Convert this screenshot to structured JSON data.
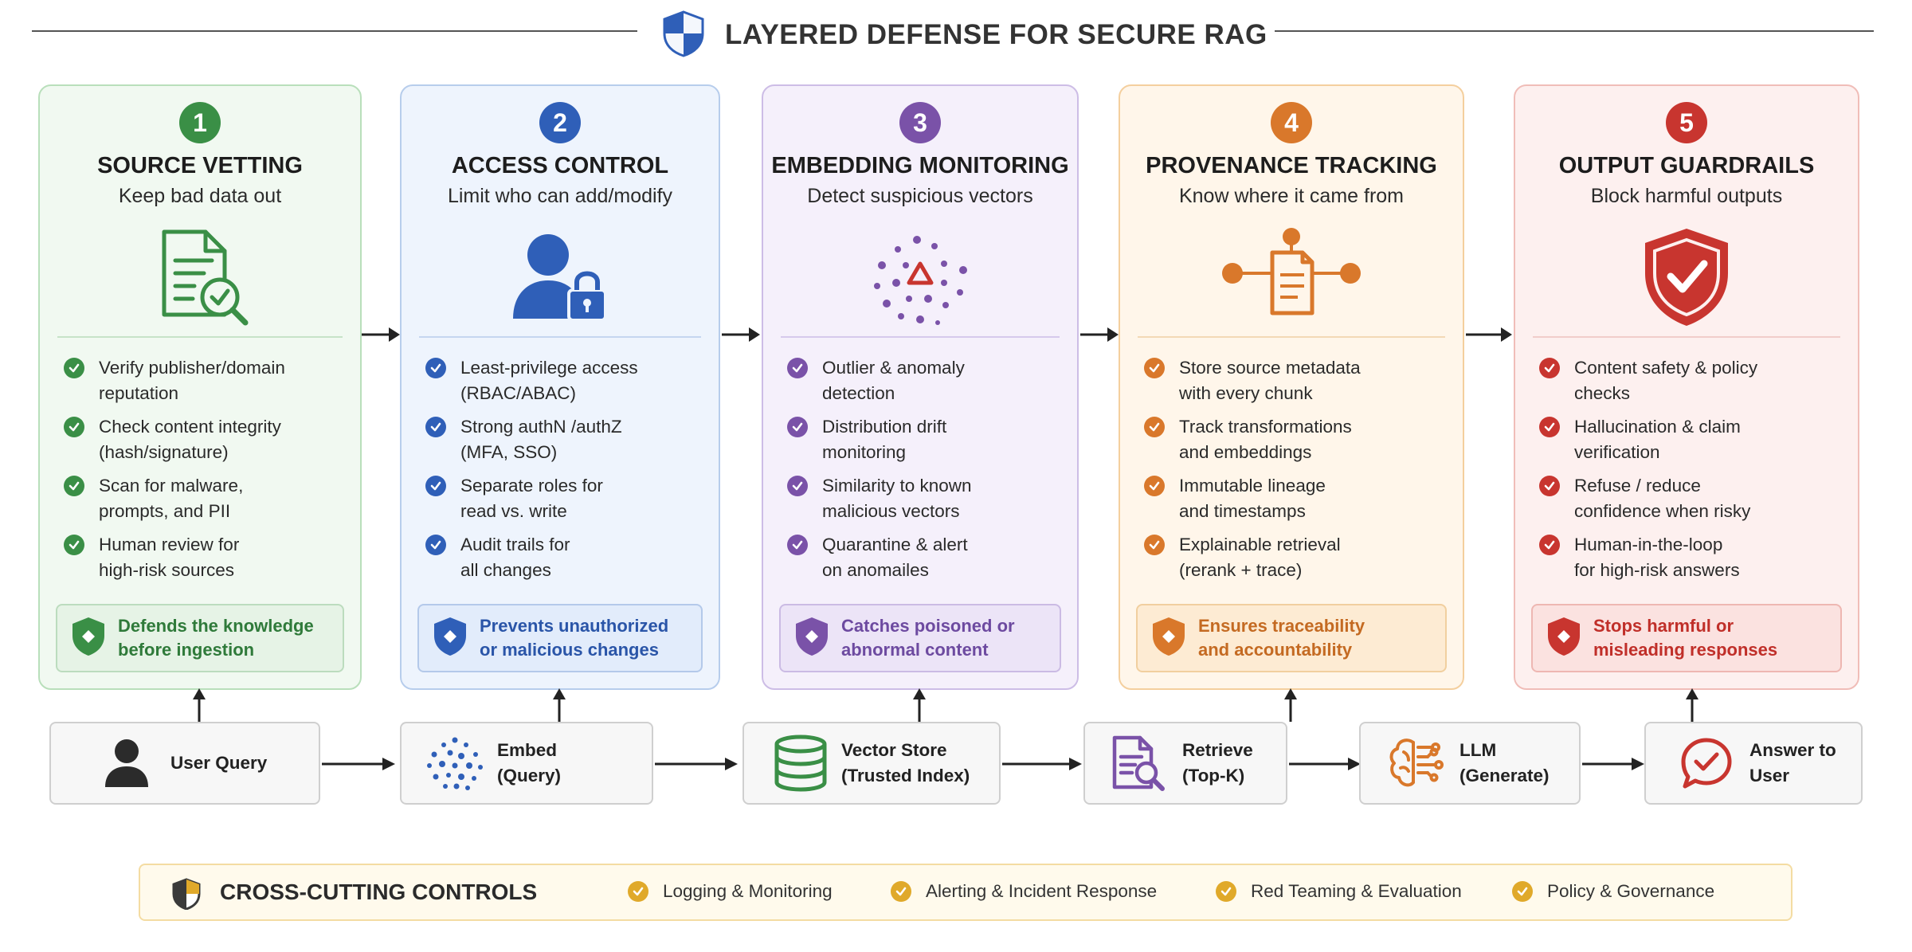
{
  "title": "LAYERED DEFENSE FOR SECURE RAG",
  "icons": {
    "title": "shield-icon"
  },
  "colors": {
    "card1": "#3a8f46",
    "card2": "#2f5fb8",
    "card3": "#7a52a8",
    "card4": "#d9782b",
    "card5": "#c8352f",
    "band_check": "#e0a92a"
  },
  "cards": [
    {
      "number": "1",
      "title": "SOURCE VETTING",
      "subtitle": "Keep bad data out",
      "icon": "document-search-icon",
      "items": [
        [
          "Verify publisher/domain",
          "reputation"
        ],
        [
          "Check content integrity",
          "(hash/signature)"
        ],
        [
          "Scan for malware,",
          "prompts, and PII"
        ],
        [
          "Human review for",
          "high-risk sources"
        ]
      ],
      "note": [
        "Defends the knowledge",
        "before ingestion"
      ]
    },
    {
      "number": "2",
      "title": "ACCESS CONTROL",
      "subtitle": "Limit who can add/modify",
      "icon": "user-lock-icon",
      "items": [
        [
          "Least-privilege access",
          "(RBAC/ABAC)"
        ],
        [
          "Strong authN /authZ",
          "(MFA, SSO)"
        ],
        [
          "Separate roles for",
          "read vs. write"
        ],
        [
          "Audit trails for",
          "all changes"
        ]
      ],
      "note": [
        "Prevents unauthorized",
        "or malicious changes"
      ]
    },
    {
      "number": "3",
      "title": "EMBEDDING MONITORING",
      "subtitle": "Detect suspicious vectors",
      "icon": "vector-anomaly-icon",
      "items": [
        [
          "Outlier & anomaly",
          "detection"
        ],
        [
          "Distribution drift",
          "monitoring"
        ],
        [
          "Similarity to known",
          "malicious vectors"
        ],
        [
          "Quarantine & alert",
          "on anomailes"
        ]
      ],
      "note": [
        "Catches poisoned or",
        "abnormal content"
      ]
    },
    {
      "number": "4",
      "title": "PROVENANCE TRACKING",
      "subtitle": "Know where it came from",
      "icon": "document-lineage-icon",
      "items": [
        [
          "Store source metadata",
          "with every chunk"
        ],
        [
          "Track transformations",
          "and embeddings"
        ],
        [
          "Immutable lineage",
          "and timestamps"
        ],
        [
          "Explainable retrieval",
          "(rerank + trace)"
        ]
      ],
      "note": [
        "Ensures traceability",
        "and accountability"
      ]
    },
    {
      "number": "5",
      "title": "OUTPUT GUARDRAILS",
      "subtitle": "Block harmful outputs",
      "icon": "shield-check-icon",
      "items": [
        [
          "Content safety & policy",
          "checks"
        ],
        [
          "Hallucination & claim",
          "verification"
        ],
        [
          "Refuse / reduce",
          "confidence when risky"
        ],
        [
          "Human-in-the-loop",
          "for high-risk answers"
        ]
      ],
      "note": [
        "Stops harmful or",
        "misleading responses"
      ]
    }
  ],
  "pipeline": [
    {
      "label": "User Query",
      "icon": "user-icon"
    },
    {
      "label": "Embed\n(Query)",
      "icon": "embed-dots-icon"
    },
    {
      "label": "Vector Store\n(Trusted Index)",
      "icon": "database-icon"
    },
    {
      "label": "Retrieve\n(Top-K)",
      "icon": "document-search-icon"
    },
    {
      "label": "LLM\n(Generate)",
      "icon": "brain-icon"
    },
    {
      "label": "Answer to\nUser",
      "icon": "chat-check-icon"
    }
  ],
  "cross_cutting": {
    "title": "CROSS-CUTTING CONTROLS",
    "icon": "shield-icon",
    "items": [
      "Logging & Monitoring",
      "Alerting & Incident Response",
      "Red Teaming & Evaluation",
      "Policy & Governance"
    ]
  }
}
